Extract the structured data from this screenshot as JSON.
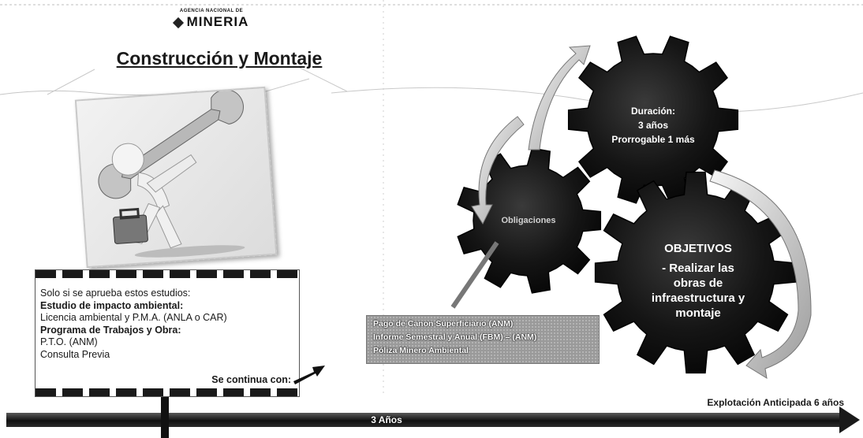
{
  "header": {
    "logo_small": "AGENCIA NACIONAL DE",
    "logo_main": "MINERIA",
    "title": "Construcción y Montaje"
  },
  "requirements": {
    "lines": [
      {
        "text": "Solo si se aprueba estos estudios:",
        "bold": false
      },
      {
        "text": "Estudio de impacto ambiental:",
        "bold": true
      },
      {
        "text": "Licencia ambiental y P.M.A. (ANLA o CAR)",
        "bold": false
      },
      {
        "text": "Programa de Trabajos y Obra:",
        "bold": true
      },
      {
        "text": "P.T.O. (ANM)",
        "bold": false
      },
      {
        "text": "Consulta Previa",
        "bold": false
      }
    ],
    "continue_label": "Se continua con:"
  },
  "gears": {
    "duracion": {
      "title": "Duración:",
      "line1": "3 años",
      "line2": "Prorrogable 1 más"
    },
    "obligaciones": {
      "label": "Obligaciones"
    },
    "objetivos": {
      "title": "OBJETIVOS",
      "lines": [
        "- Realizar las",
        "obras de",
        "infraestructura y",
        "montaje"
      ]
    }
  },
  "obligations": {
    "items": [
      "Pago de Canon Superficiario (ANM)",
      "Informe Semestral y Anual (FBM) – (ANM)",
      "Póliza Minero Ambiental"
    ]
  },
  "timeline": {
    "label": "3 Años",
    "next_stage": "Explotación Anticipada 6 años"
  },
  "colors": {
    "gear": "#141414",
    "timeline": "#1a1a1a",
    "obligations_bg": "#9a9a9a"
  },
  "icons": {
    "photo": "worker-with-wrench-illustration",
    "logo": "anm-gem-icon"
  }
}
